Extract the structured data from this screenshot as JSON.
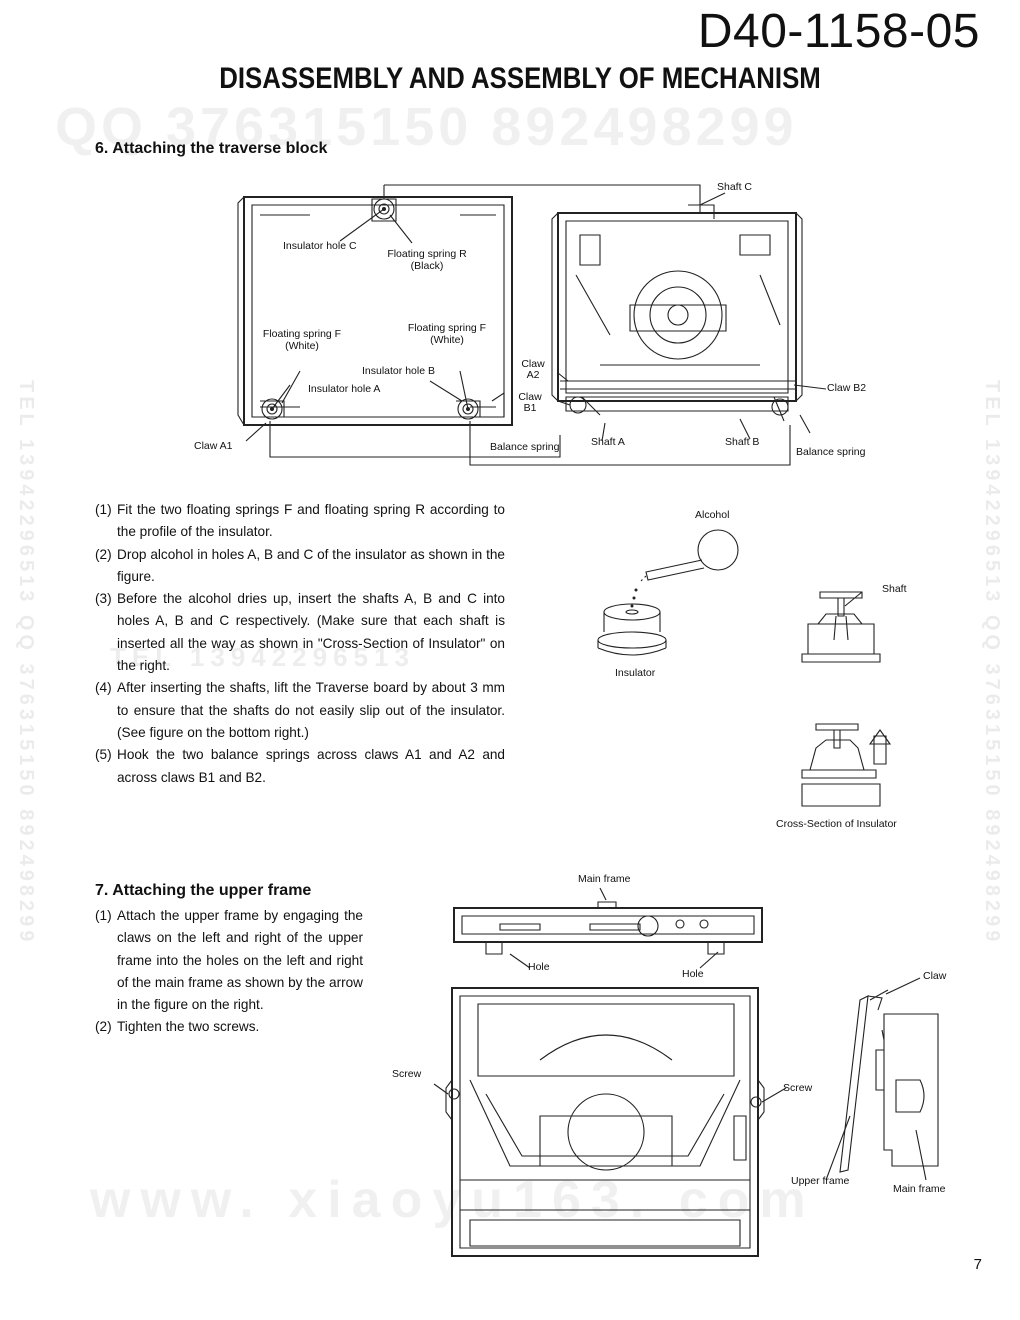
{
  "header": {
    "doc_number": "D40-1158-05",
    "title": "DISASSEMBLY AND ASSEMBLY OF MECHANISM",
    "page_number": "7"
  },
  "watermarks": {
    "top": "QQ 376315150  892498299",
    "mid": "TEL 13942296513",
    "bottom": "www. xiaoyu163. com",
    "side_right": "TEL 13942296513  QQ 376315150  892498299",
    "side_left": "TEL 13942296513  QQ 376315150  892498299"
  },
  "section6": {
    "title": "6. Attaching the traverse block",
    "steps": [
      {
        "num": "(1)",
        "text": "Fit the two floating springs F and floating spring R according to the profile of the insulator."
      },
      {
        "num": "(2)",
        "text": "Drop alcohol in holes A, B and C of the insulator as shown in the figure."
      },
      {
        "num": "(3)",
        "text": "Before the alcohol dries up, insert the shafts A, B and C into holes A, B and C respectively. (Make sure that each shaft is inserted all the way as shown in \"Cross-Section of Insulator\" on the right."
      },
      {
        "num": "(4)",
        "text": "After inserting the shafts, lift the Traverse board by about 3 mm to ensure that the shafts do not easily slip out of the insulator. (See figure on the bottom right.)"
      },
      {
        "num": "(5)",
        "text": "Hook the two balance springs across claws A1 and A2 and across claws B1 and B2."
      }
    ],
    "figure_labels": {
      "shaft_c": "Shaft C",
      "insulator_hole_c": "Insulator hole C",
      "floating_spring_r": "Floating spring R",
      "floating_spring_r_color": "(Black)",
      "floating_spring_f_left": "Floating spring F",
      "floating_spring_f_left_color": "(White)",
      "floating_spring_f_right": "Floating spring F",
      "floating_spring_f_right_color": "(White)",
      "insulator_hole_b": "Insulator hole B",
      "insulator_hole_a": "Insulator hole A",
      "claw_a1": "Claw A1",
      "claw_a2_line1": "Claw",
      "claw_a2_line2": "A2",
      "claw_b1_line1": "Claw",
      "claw_b1_line2": "B1",
      "claw_b2": "Claw B2",
      "balance_spring_left": "Balance spring",
      "balance_spring_right": "Balance spring",
      "shaft_a": "Shaft A",
      "shaft_b": "Shaft B",
      "alcohol": "Alcohol",
      "insulator": "Insulator",
      "shaft": "Shaft",
      "cross_section": "Cross-Section of Insulator"
    }
  },
  "section7": {
    "title": "7. Attaching the upper frame",
    "steps": [
      {
        "num": "(1)",
        "text": "Attach the upper frame by engaging the claws on the left and right of the upper frame into the holes on the left and right of the main frame as shown by the arrow  in the figure on the right."
      },
      {
        "num": "(2)",
        "text": "Tighten the two screws."
      }
    ],
    "figure_labels": {
      "main_frame_top": "Main frame",
      "hole_left": "Hole",
      "hole_right": "Hole",
      "claw": "Claw",
      "screw_left": "Screw",
      "screw_right": "Screw",
      "upper_frame": "Upper frame",
      "main_frame_side": "Main frame"
    }
  }
}
